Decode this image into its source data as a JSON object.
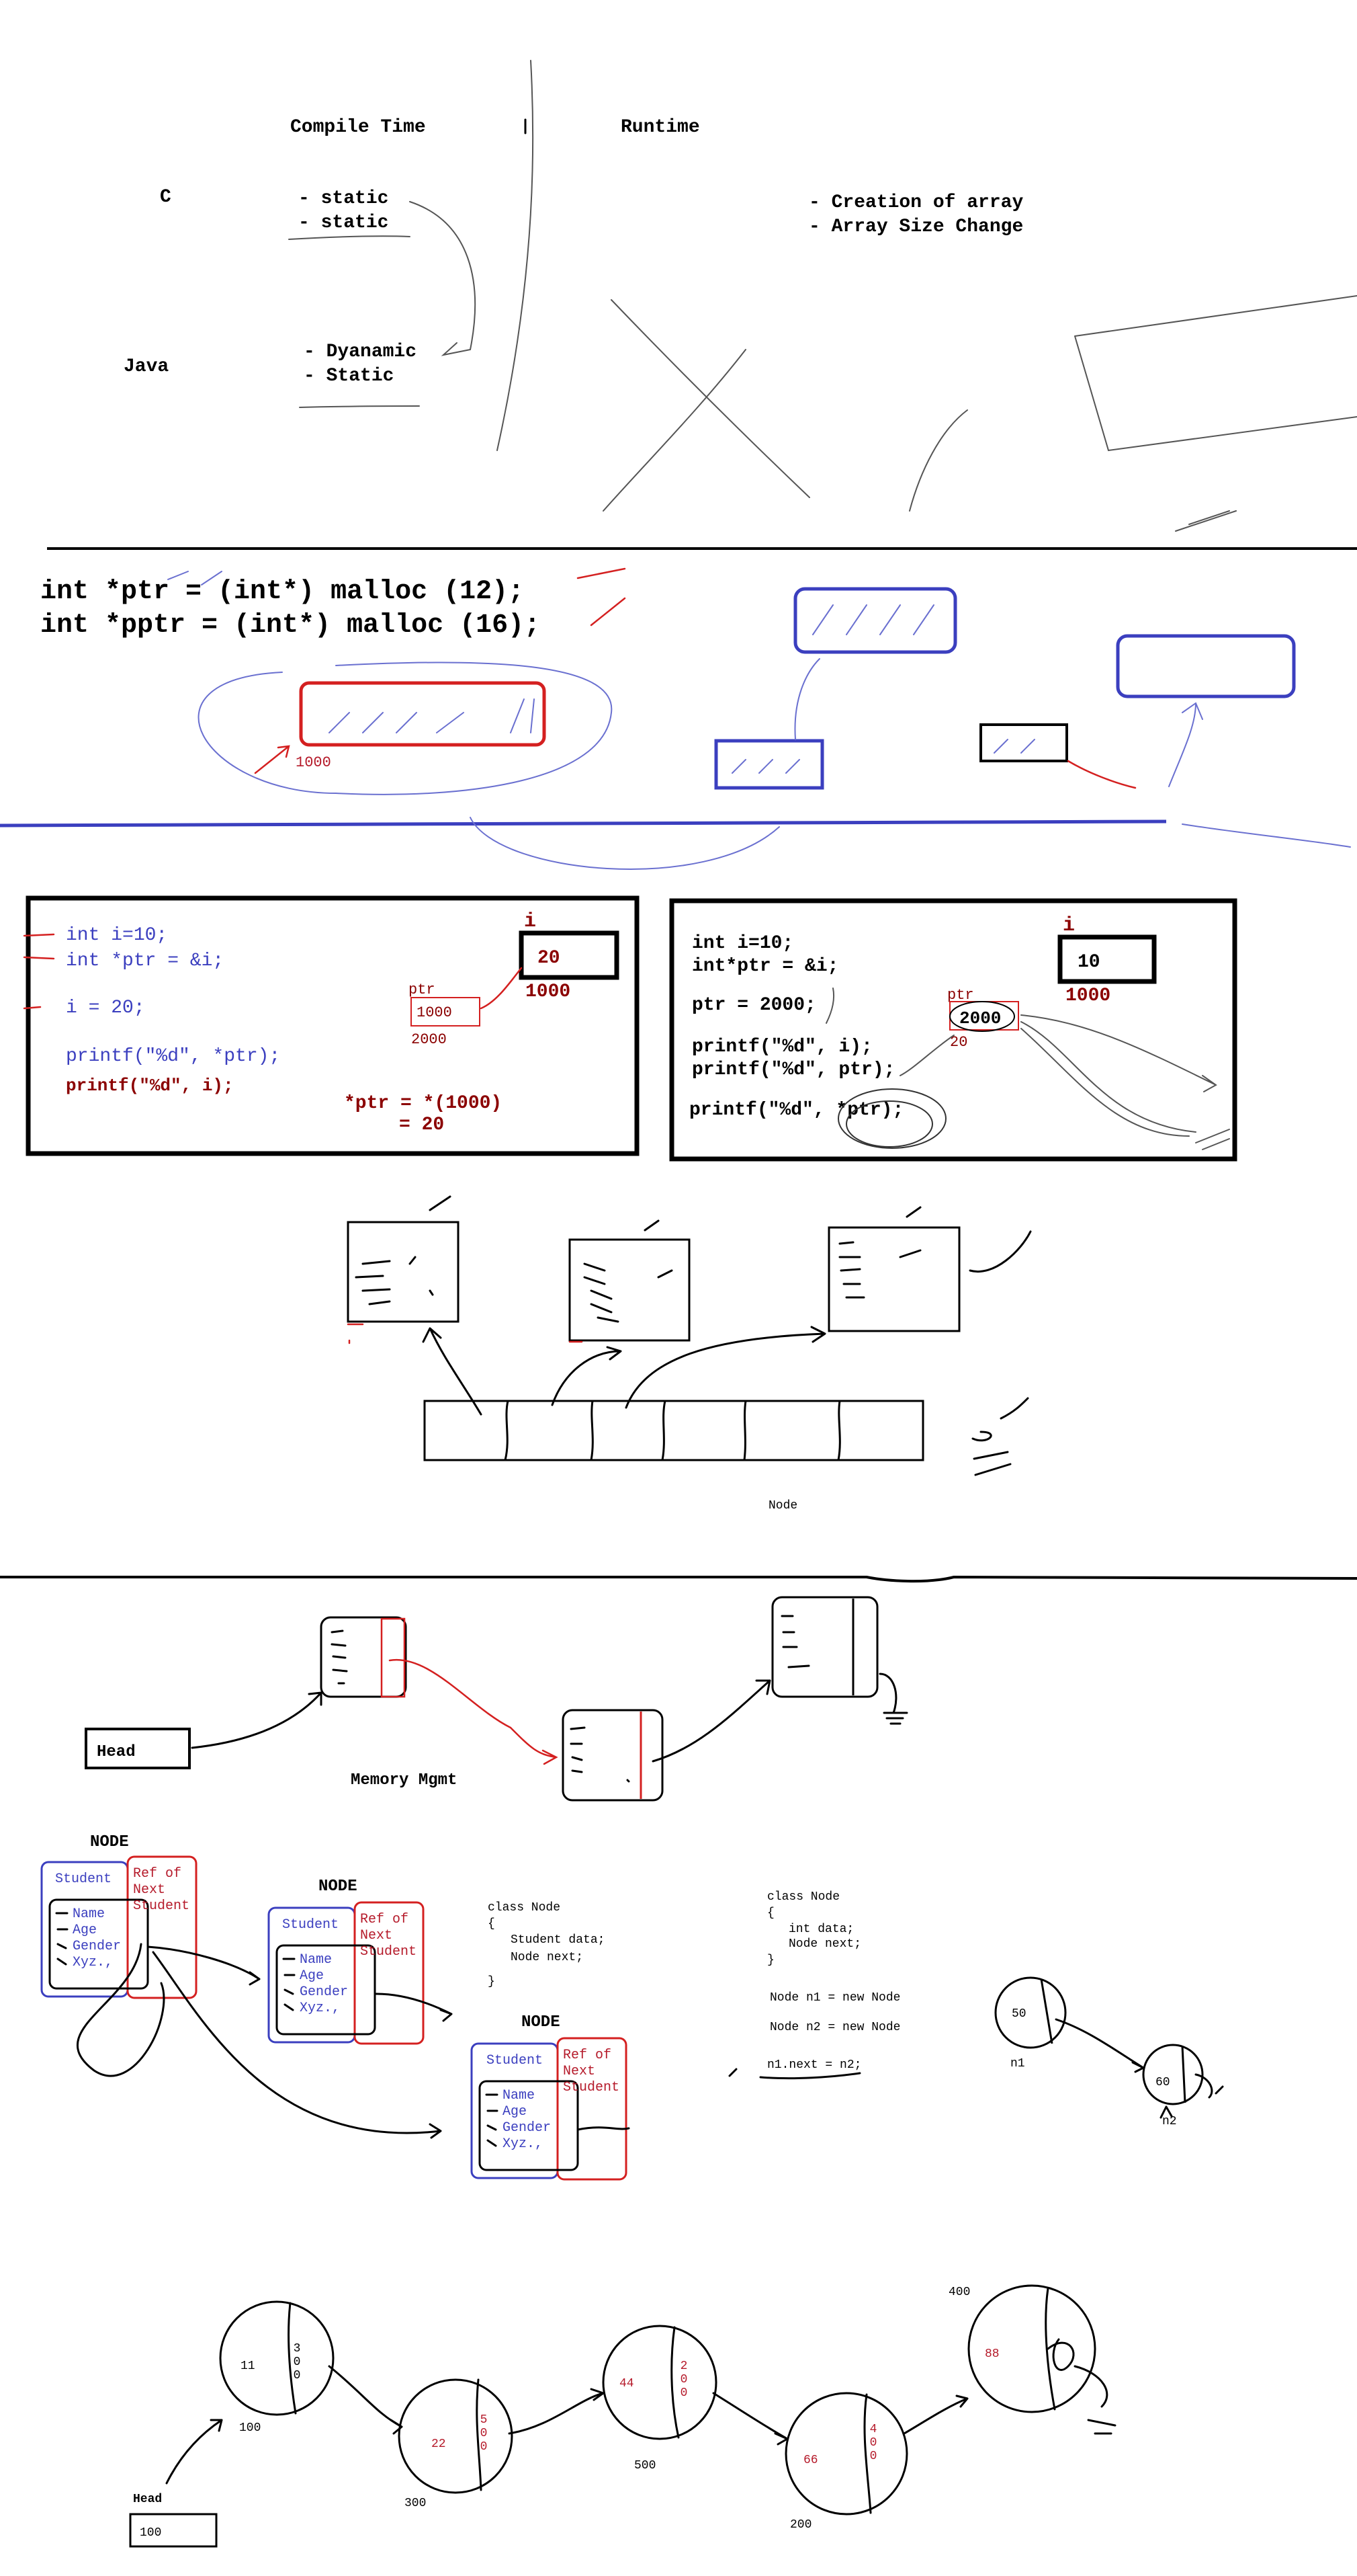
{
  "section1": {
    "compile_time": "Compile Time",
    "runtime": "Runtime",
    "lang_c": "C",
    "c_lines": [
      "- static",
      "- static"
    ],
    "lang_java": "Java",
    "java_lines": [
      "- Dyanamic",
      "- Static"
    ],
    "runtime_lines": [
      "- Creation of array",
      "- Array Size Change"
    ]
  },
  "section2": {
    "line1": "int *ptr = (int*) malloc (12);",
    "line2": "int *pptr = (int*) malloc (16);",
    "label_1000": "1000"
  },
  "box_left": {
    "code_lines": [
      "int i=10;",
      "int *ptr = &i;",
      "i = 20;",
      "printf(\"%d\", *ptr);",
      "printf(\"%d\", i);"
    ],
    "i_label": "i",
    "i_value": "20",
    "i_addr": "1000",
    "ptr_label": "ptr",
    "ptr_value": "1000",
    "ptr_addr": "2000",
    "deref_line1": "*ptr = *(1000)",
    "deref_line2": "= 20"
  },
  "box_right": {
    "code_lines": [
      "int i=10;",
      "int*ptr = &i;",
      "ptr = 2000;",
      "printf(\"%d\", i);",
      "printf(\"%d\", ptr);",
      "printf(\"%d\", *ptr);"
    ],
    "i_label": "i",
    "i_value": "10",
    "i_addr": "1000",
    "ptr_label": "ptr",
    "ptr_value": "2000",
    "ptr_addr": "20"
  },
  "section4": {
    "node_label": "Node"
  },
  "section5": {
    "head": "Head",
    "memory_mgmt": "Memory Mgmt"
  },
  "section6": {
    "node_title": "NODE",
    "student": "Student",
    "ref": [
      "Ref of",
      "Next",
      "Student"
    ],
    "fields": [
      "Name",
      "Age",
      "Gender",
      "Xyz.,"
    ],
    "class_node_1": [
      "class Node",
      "{",
      "Student data;",
      "Node next;",
      "}"
    ],
    "class_node_2": [
      "class Node",
      "{",
      "int data;",
      "Node next;",
      "}"
    ],
    "node_n1": "Node n1 = new Node",
    "node_n2": "Node n2 = new Node",
    "n1_next": "n1.next = n2;",
    "circle1_value": "50",
    "circle1_name": "n1",
    "circle2_value": "60",
    "circle2_name": "n2"
  },
  "section7": {
    "head": "Head",
    "head_value": "100",
    "nodes": [
      {
        "value": "11",
        "next": "300",
        "addr": "100"
      },
      {
        "value": "22",
        "next": "500",
        "addr": "300"
      },
      {
        "value": "44",
        "next": "200",
        "addr": "500"
      },
      {
        "value": "66",
        "next": "400",
        "addr": "200"
      },
      {
        "value": "88",
        "next": "",
        "addr": "400"
      }
    ]
  }
}
